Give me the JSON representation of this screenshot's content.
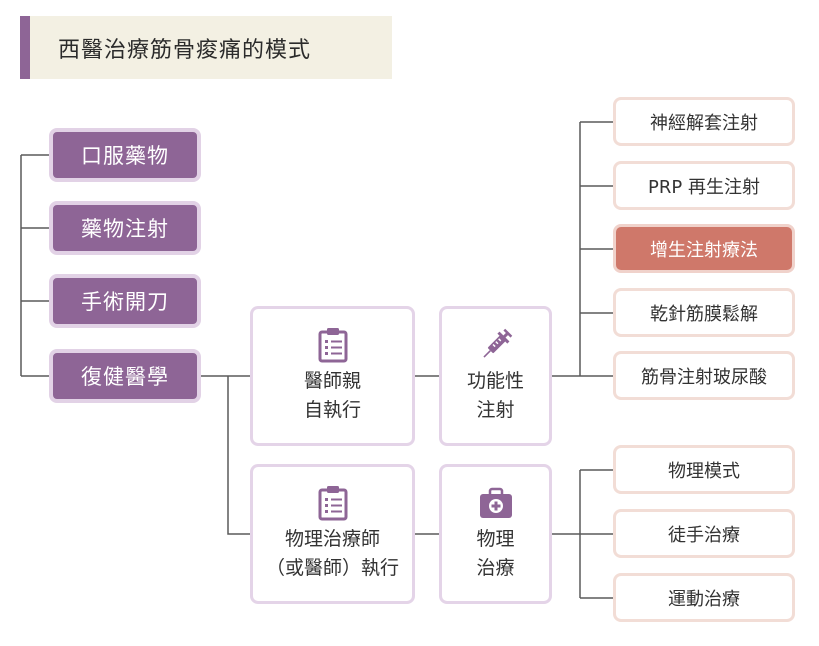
{
  "title": "西醫治療筋骨痠痛的模式",
  "left_options": [
    "口服藥物",
    "藥物注射",
    "手術開刀",
    "復健醫學"
  ],
  "middle": {
    "doctor_box": {
      "line1": "醫師親",
      "line2": "自執行",
      "icon": "clipboard-icon"
    },
    "therapist_box": {
      "line1": "物理治療師",
      "line2": "（或醫師）執行",
      "icon": "clipboard-icon"
    },
    "injection_box": {
      "line1": "功能性",
      "line2": "注射",
      "icon": "syringe-icon"
    },
    "physio_box": {
      "line1": "物理",
      "line2": "治療",
      "icon": "medical-kit-icon"
    }
  },
  "injection_options": [
    "神經解套注射",
    "PRP 再生注射",
    "增生注射療法",
    "乾針筋膜鬆解",
    "筋骨注射玻尿酸"
  ],
  "physio_options": [
    "物理模式",
    "徒手治療",
    "運動治療"
  ],
  "colors": {
    "purple": "#8e6596",
    "purple_border": "#e2d2e6",
    "highlight": "#cf786a",
    "title_band": "#f3f0e3",
    "line": "#5a5a5a"
  }
}
